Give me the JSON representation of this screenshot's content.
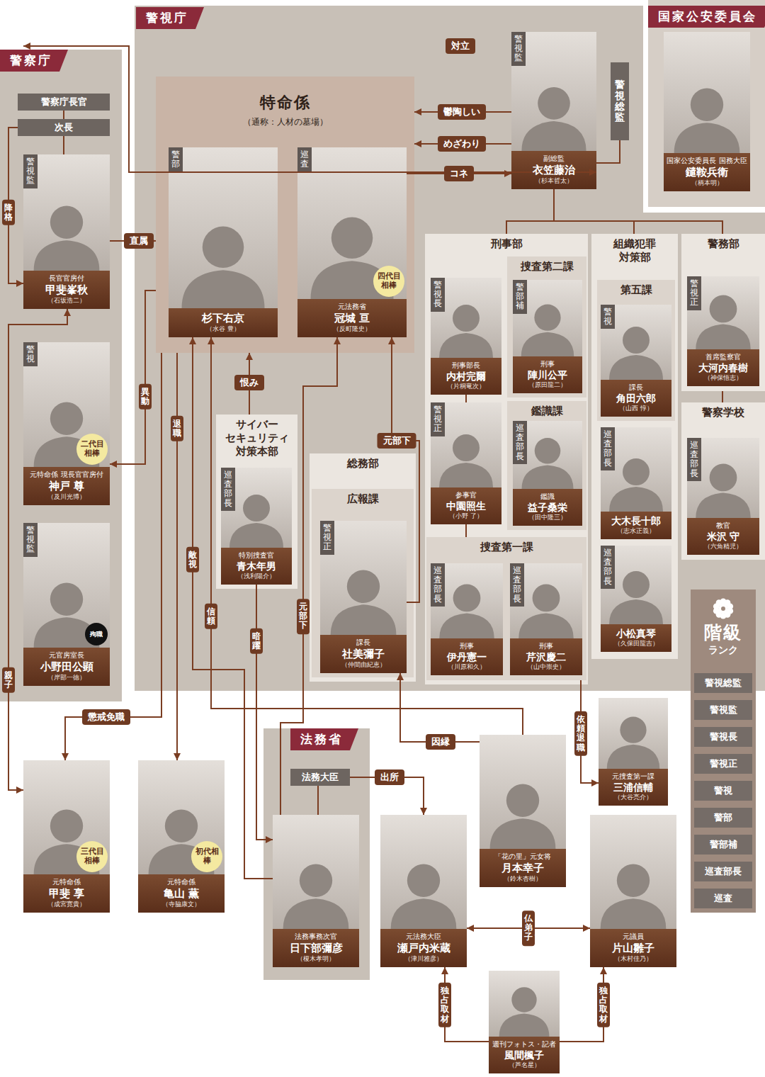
{
  "diagram": {
    "nodes": [
      {
        "text": [
          "警視庁"
        ]
      },
      {
        "text": [
          "国家公安委員会"
        ]
      },
      {
        "text": [
          "国家公安委員長 国務大臣",
          "鑓鞍兵衛",
          "（柄本明）"
        ],
        "in": 1
      },
      {
        "text": [
          "警察庁"
        ]
      },
      {
        "text": [
          "警察庁長官"
        ],
        "in": 3
      },
      {
        "text": [
          "次長"
        ],
        "in": 3
      },
      {
        "text": [
          "警視監",
          "長官官房付",
          "甲斐峯秋",
          "（石坂浩二）"
        ],
        "in": 3
      },
      {
        "text": [
          "警視",
          "二代目相棒",
          "元特命係 現長官官房付",
          "神戸 尊",
          "（及川光博）"
        ],
        "in": 3
      },
      {
        "text": [
          "警視監",
          "殉職",
          "元官房室長",
          "小野田公顕",
          "（岸部一徳）"
        ],
        "in": 3
      },
      {
        "text": [
          "特命係",
          "（通称：人材の墓場）"
        ],
        "in": 0
      },
      {
        "text": [
          "警部",
          "杉下右京",
          "（水谷 豊）"
        ],
        "in": 9
      },
      {
        "text": [
          "巡査",
          "四代目相棒",
          "元法務省",
          "冠城 亘",
          "（反町隆史）"
        ],
        "in": 9
      },
      {
        "text": [
          "警視監",
          "副総監",
          "衣笠藤治",
          "（杉本哲太）"
        ],
        "in": 0
      },
      {
        "text": [
          "警視総監"
        ],
        "in": 0
      },
      {
        "text": [
          "刑事部"
        ],
        "in": 0
      },
      {
        "text": [
          "警視長",
          "刑事部長",
          "内村完爾",
          "（片桐竜次）"
        ],
        "in": 14
      },
      {
        "text": [
          "捜査第二課"
        ],
        "in": 14
      },
      {
        "text": [
          "警部補",
          "刑事",
          "陣川公平",
          "（原田龍二）"
        ],
        "in": 16
      },
      {
        "text": [
          "警視正",
          "参事官",
          "中園照生",
          "（小野 了）"
        ],
        "in": 14
      },
      {
        "text": [
          "鑑識課"
        ],
        "in": 14
      },
      {
        "text": [
          "巡査部長",
          "鑑識",
          "益子桑栄",
          "（田中隆三）"
        ],
        "in": 19
      },
      {
        "text": [
          "捜査第一課"
        ],
        "in": 14
      },
      {
        "text": [
          "巡査部長",
          "刑事",
          "伊丹憲一",
          "（川原和久）"
        ],
        "in": 21
      },
      {
        "text": [
          "巡査部長",
          "刑事",
          "芹沢慶二",
          "（山中崇史）"
        ],
        "in": 21
      },
      {
        "text": [
          "組織犯罪 対策部"
        ],
        "in": 0
      },
      {
        "text": [
          "第五課"
        ],
        "in": 24
      },
      {
        "text": [
          "警視",
          "課長",
          "角田六郎",
          "（山西 惇）"
        ],
        "in": 25
      },
      {
        "text": [
          "巡査部長",
          "大木長十郎",
          "（志水正義）"
        ],
        "in": 24
      },
      {
        "text": [
          "巡査部長",
          "小松真琴",
          "（久保田龍吉）"
        ],
        "in": 24
      },
      {
        "text": [
          "警務部"
        ],
        "in": 0
      },
      {
        "text": [
          "警視正",
          "首席監察官",
          "大河内春樹",
          "（神保悟志）"
        ],
        "in": 29
      },
      {
        "text": [
          "警察学校"
        ],
        "in": 0
      },
      {
        "text": [
          "巡査部長",
          "教官",
          "米沢 守",
          "（六角精児）"
        ],
        "in": 31
      },
      {
        "text": [
          "サイバー セキュリティ 対策本部"
        ],
        "in": 0
      },
      {
        "text": [
          "巡査部長",
          "特別捜査官",
          "青木年男",
          "（浅利陽介）"
        ],
        "in": 33
      },
      {
        "text": [
          "総務部"
        ],
        "in": 0
      },
      {
        "text": [
          "広報課"
        ],
        "in": 35
      },
      {
        "text": [
          "警視正",
          "課長",
          "社美彌子",
          "（仲間由紀恵）"
        ],
        "in": 36
      },
      {
        "text": [
          "階級",
          "ランク"
        ]
      },
      {
        "text": [
          "警視総監"
        ],
        "in": 38
      },
      {
        "text": [
          "警視監"
        ],
        "in": 38
      },
      {
        "text": [
          "警視長"
        ],
        "in": 38
      },
      {
        "text": [
          "警視正"
        ],
        "in": 38
      },
      {
        "text": [
          "警視"
        ],
        "in": 38
      },
      {
        "text": [
          "警部"
        ],
        "in": 38
      },
      {
        "text": [
          "警部補"
        ],
        "in": 38
      },
      {
        "text": [
          "巡査部長"
        ],
        "in": 38
      },
      {
        "text": [
          "巡査"
        ],
        "in": 38
      },
      {
        "text": [
          "元捜査第一課",
          "三浦信輔",
          "（大谷亮介）"
        ]
      },
      {
        "text": [
          "法務省"
        ]
      },
      {
        "text": [
          "法務大臣"
        ],
        "in": 49
      },
      {
        "text": [
          "法務事務次官",
          "日下部彌彦",
          "（榎木孝明）"
        ],
        "in": 49
      },
      {
        "text": [
          "「花の里」元女将",
          "月本幸子",
          "（鈴木杏樹）"
        ]
      },
      {
        "text": [
          "三代目相棒",
          "元特命係",
          "甲斐 享",
          "（成宮寛貴）"
        ]
      },
      {
        "text": [
          "初代相棒",
          "元特命係",
          "亀山 薫",
          "（寺脇康文）"
        ]
      },
      {
        "text": [
          "元法務大臣",
          "瀬戸内米蔵",
          "（津川雅彦）"
        ]
      },
      {
        "text": [
          "元議員",
          "片山雛子",
          "（木村佳乃）"
        ]
      },
      {
        "text": [
          "週刊フォトス・記者",
          "風間楓子",
          "（芦名星）"
        ]
      }
    ],
    "edges": [
      {
        "from": 6,
        "to": 12,
        "arrow": "both",
        "label": "対立"
      },
      {
        "from": 12,
        "to": 9,
        "arrow": "to",
        "label": "鬱陶しい"
      },
      {
        "from": 12,
        "to": 9,
        "arrow": "to",
        "label": "めざわり"
      },
      {
        "from": 11,
        "to": 12,
        "arrow": "to",
        "label": "コネ"
      },
      {
        "from": 6,
        "to": 9,
        "arrow": "to",
        "label": "直属"
      },
      {
        "from": 4,
        "to": 5,
        "arrow": "none"
      },
      {
        "from": 5,
        "to": 6,
        "arrow": "none"
      },
      {
        "from": 5,
        "to": 6,
        "arrow": "to",
        "label": "降格"
      },
      {
        "from": 13,
        "to": 12,
        "arrow": "none"
      },
      {
        "from": 9,
        "to": 7,
        "arrow": "to",
        "label": "異動"
      },
      {
        "from": 9,
        "to": 54,
        "arrow": "to",
        "label": "退職"
      },
      {
        "from": 9,
        "to": 53,
        "arrow": "to",
        "label": "懲戒免職"
      },
      {
        "from": 6,
        "to": 53,
        "arrow": "both",
        "label": "親子"
      },
      {
        "from": 33,
        "to": 9,
        "arrow": "to",
        "label": "恨み"
      },
      {
        "from": 51,
        "to": 10,
        "arrow": "to",
        "label": "敵視"
      },
      {
        "from": 52,
        "to": 10,
        "arrow": "to",
        "label": "信頼"
      },
      {
        "from": 34,
        "to": 51,
        "arrow": "to",
        "label": "暗躍"
      },
      {
        "from": 51,
        "to": 11,
        "arrow": "to",
        "label": "元部下"
      },
      {
        "from": 37,
        "to": 11,
        "arrow": "to",
        "label": "元部下"
      },
      {
        "from": 52,
        "to": 37,
        "arrow": "to",
        "label": "因縁"
      },
      {
        "from": 12,
        "to": 14,
        "arrow": "none"
      },
      {
        "from": 12,
        "to": 24,
        "arrow": "none"
      },
      {
        "from": 12,
        "to": 29,
        "arrow": "none"
      },
      {
        "from": 29,
        "to": 31,
        "arrow": "none"
      },
      {
        "from": 15,
        "to": 18,
        "arrow": "none"
      },
      {
        "from": 18,
        "to": 21,
        "arrow": "none"
      },
      {
        "from": 21,
        "to": 48,
        "arrow": "to",
        "label": "依頼退職"
      },
      {
        "from": 50,
        "to": 55,
        "arrow": "to",
        "label": "出所"
      },
      {
        "from": 50,
        "to": 51,
        "arrow": "none"
      },
      {
        "from": 55,
        "to": 56,
        "arrow": "both",
        "label": "仏弟子？"
      },
      {
        "from": 57,
        "to": 55,
        "arrow": "to",
        "label": "独占取材"
      },
      {
        "from": 57,
        "to": 56,
        "arrow": "to",
        "label": "独占取材"
      }
    ]
  }
}
